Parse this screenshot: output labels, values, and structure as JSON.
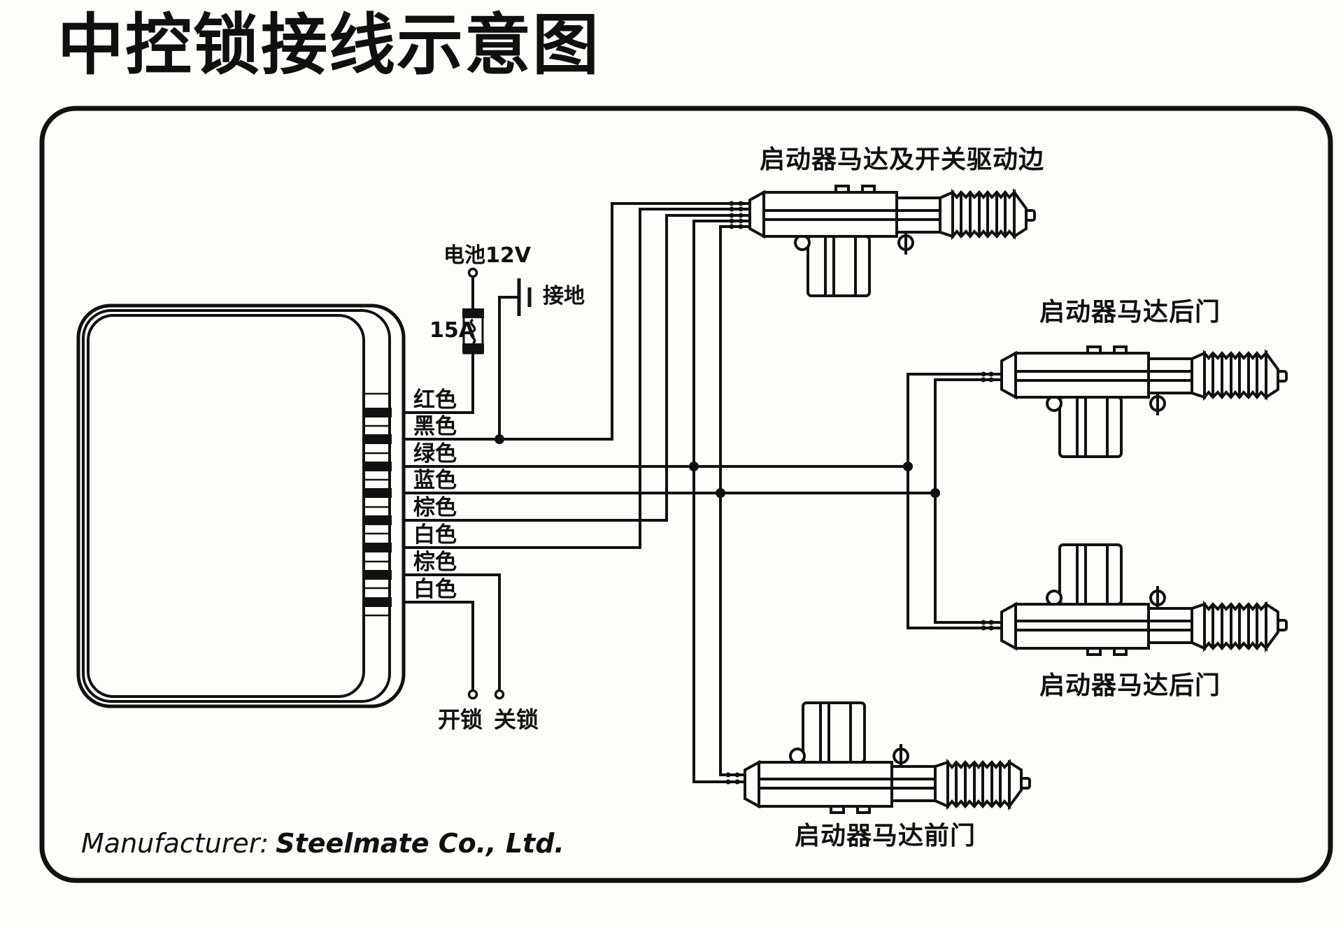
{
  "title": "中控锁接线示意图",
  "control_box": {
    "wires": [
      {
        "label": "红色"
      },
      {
        "label": "黑色"
      },
      {
        "label": "绿色"
      },
      {
        "label": "蓝色"
      },
      {
        "label": "棕色"
      },
      {
        "label": "白色"
      },
      {
        "label": "棕色"
      },
      {
        "label": "白色"
      }
    ]
  },
  "power": {
    "battery": "电池12V",
    "fuse": "15A",
    "ground": "接地"
  },
  "switches": {
    "unlock": "开锁",
    "lock": "关锁"
  },
  "actuators": {
    "driver": "启动器马达及开关驱动边",
    "rear1": "启动器马达后门",
    "rear2": "启动器马达后门",
    "front": "启动器马达前门"
  },
  "footer": {
    "prefix": "Manufacturer:",
    "name": "Steelmate Co., Ltd."
  }
}
